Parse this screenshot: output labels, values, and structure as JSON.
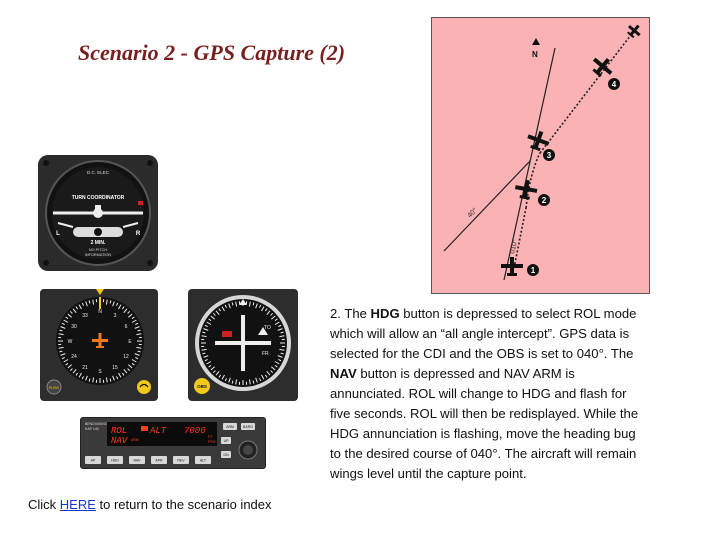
{
  "title": "Scenario 2 - GPS Capture (2)",
  "map": {
    "north_label": "N",
    "course_label": "40°",
    "bearing_label": "010°",
    "aircraft_positions": [
      "1",
      "2",
      "3",
      "4"
    ]
  },
  "turn_coordinator": {
    "maker": "D.C. ELEC",
    "label": "TURN COORDINATOR",
    "left_mark": "L",
    "right_mark": "R",
    "time_label": "2 MIN.",
    "note_line1": "NO PITCH",
    "note_line2": "INFORMATION"
  },
  "hsi_left": {
    "push_label": "PUSH",
    "compass_labels": [
      "N",
      "3",
      "6",
      "E",
      "12",
      "15",
      "S",
      "21",
      "24",
      "W",
      "30",
      "33"
    ]
  },
  "hsi_right": {
    "obs_label": "OBS",
    "to_label": "TO",
    "fr_label": "FR"
  },
  "autopilot": {
    "model_line1": "BENDIX/KING",
    "model_line2": "KAP 140",
    "display_row1_left": "ROL",
    "display_row1_mid": "ALT",
    "display_row1_right": "7000",
    "display_row1_unit": "FT",
    "display_row2_left": "NAV",
    "display_row2_sub": "ARM",
    "display_unit_small": "FPM",
    "buttons": [
      "AP",
      "HDG",
      "NAV",
      "APR",
      "REV",
      "ALT"
    ],
    "right_buttons": [
      "ARM",
      "BARO",
      "UP",
      "DN"
    ]
  },
  "description": {
    "p1": "2. The ",
    "hdg": "HDG",
    "p2": " button is depressed to select ROL mode which will allow an “all angle intercept”. GPS data is selected for the CDI and the OBS is set to 040°. The ",
    "nav": "NAV",
    "p3": " button is depressed and NAV ARM is annunciated. ROL will change to HDG and flash for five seconds. ROL will then be redisplayed. While the HDG annunciation is flashing, move the heading bug to the desired course of 040°. The aircraft will remain wings level until the capture point."
  },
  "footer": {
    "prefix": "Click ",
    "link": "HERE",
    "suffix": " to return to the scenario index"
  }
}
